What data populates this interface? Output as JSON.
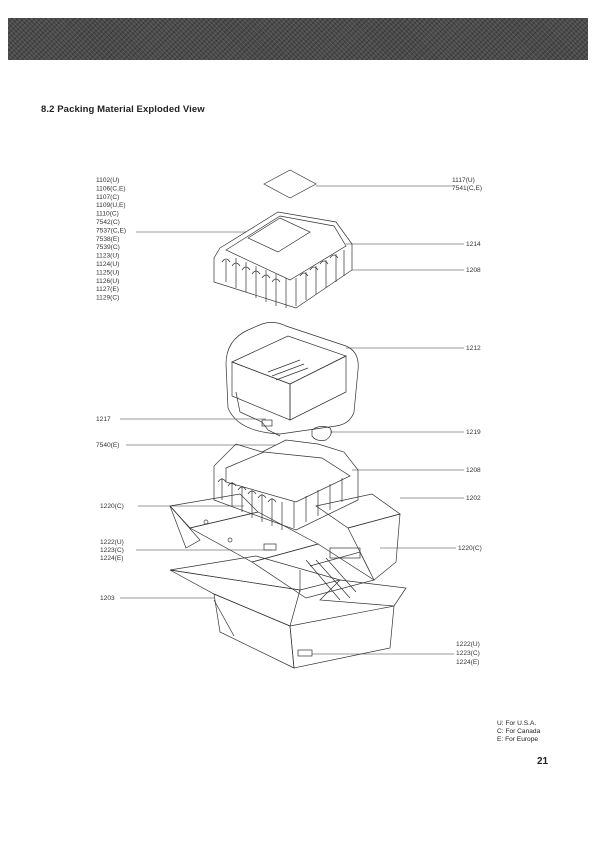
{
  "section_title": "8.2 Packing Material Exploded View",
  "parts_left_top": [
    "1102(U)",
    "1106(C,E)",
    "1107(C)",
    "1109(U,E)",
    "1110(C)",
    "7542(C)",
    "7537(C,E)",
    "7538(E)",
    "7539(C)",
    "1123(U)",
    "1124(U)",
    "1125(U)",
    "1126(U)",
    "1127(E)",
    "1129(C)"
  ],
  "parts_left_mid": [
    "1217",
    "7540(E)"
  ],
  "parts_left_lower": [
    "1220(C)",
    "1222(U)",
    "1223(C)",
    "1224(E)",
    "1203"
  ],
  "parts_right": [
    "1117(U)",
    "7541(C,E)",
    "1214",
    "1208",
    "1212",
    "1219",
    "1208",
    "1202",
    "1220(C)",
    "1222(U)",
    "1223(C)",
    "1224(E)"
  ],
  "legend": [
    {
      "key": "U:",
      "text": "For U.S.A."
    },
    {
      "key": "C:",
      "text": "For Canada"
    },
    {
      "key": "E:",
      "text": "For Europe"
    }
  ],
  "page_number": "21"
}
